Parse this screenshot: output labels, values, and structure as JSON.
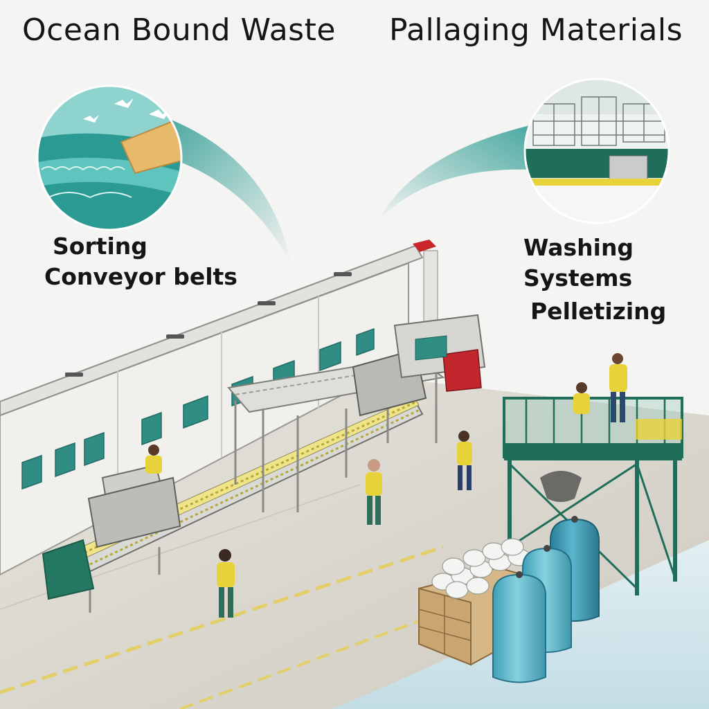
{
  "headings": {
    "left": "Ocean Bound Waste",
    "right": "Pallaging Materials"
  },
  "process_labels": {
    "left": [
      "Sorting",
      "Conveyor belts"
    ],
    "right": [
      "Washing",
      "Systems",
      "Pelletizing"
    ]
  },
  "colors": {
    "ocean_teal": "#5fc4bd",
    "deep_teal": "#2b9a92",
    "frame_green": "#1f6e5a",
    "safety_yellow": "#e8d23a",
    "tank_blue": "#3d9cb4",
    "floor_gray": "#d9d6cf",
    "water_blue": "#cfe4ea"
  },
  "icons": [
    "ocean-vignette",
    "factory-vignette",
    "conveyor-line",
    "washing-platform",
    "storage-tank",
    "pellet-crate",
    "worker"
  ]
}
